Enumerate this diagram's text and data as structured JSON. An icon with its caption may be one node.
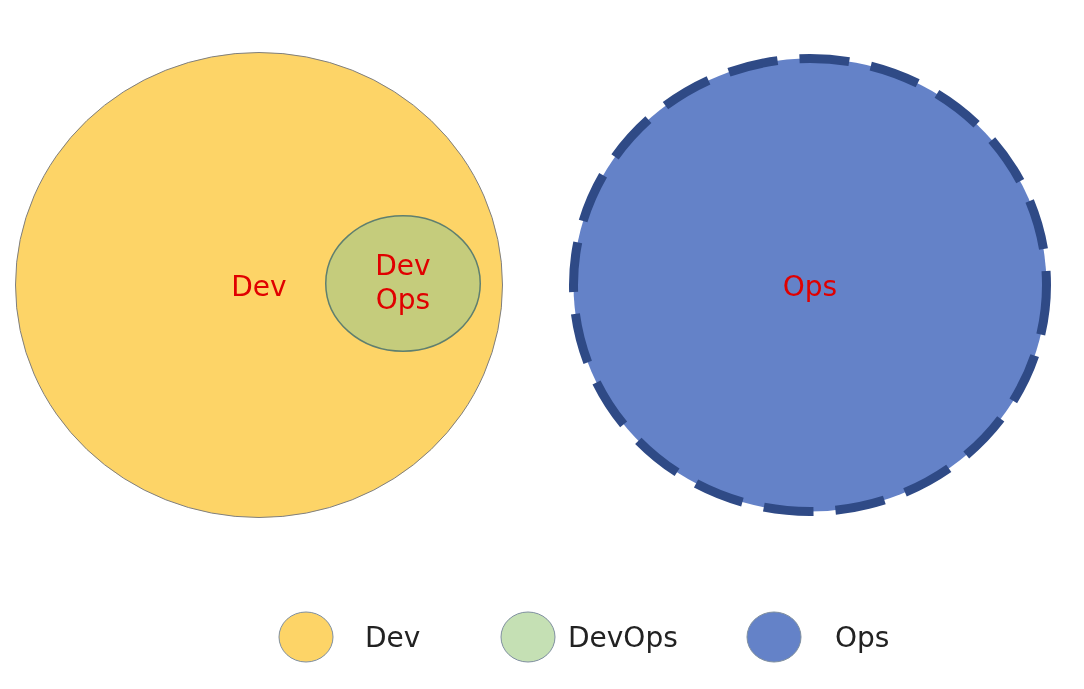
{
  "diagram": {
    "nodes": [
      {
        "text": [
          "Dev"
        ]
      },
      {
        "text": [
          "Dev Ops"
        ],
        "in": 0
      },
      {
        "text": [
          "Ops"
        ]
      }
    ],
    "legend": [
      {
        "text": "Dev",
        "color": "#fdd467"
      },
      {
        "text": "DevOps",
        "color": "#c5e0b4"
      },
      {
        "text": "Ops",
        "color": "#6482c8"
      }
    ]
  }
}
